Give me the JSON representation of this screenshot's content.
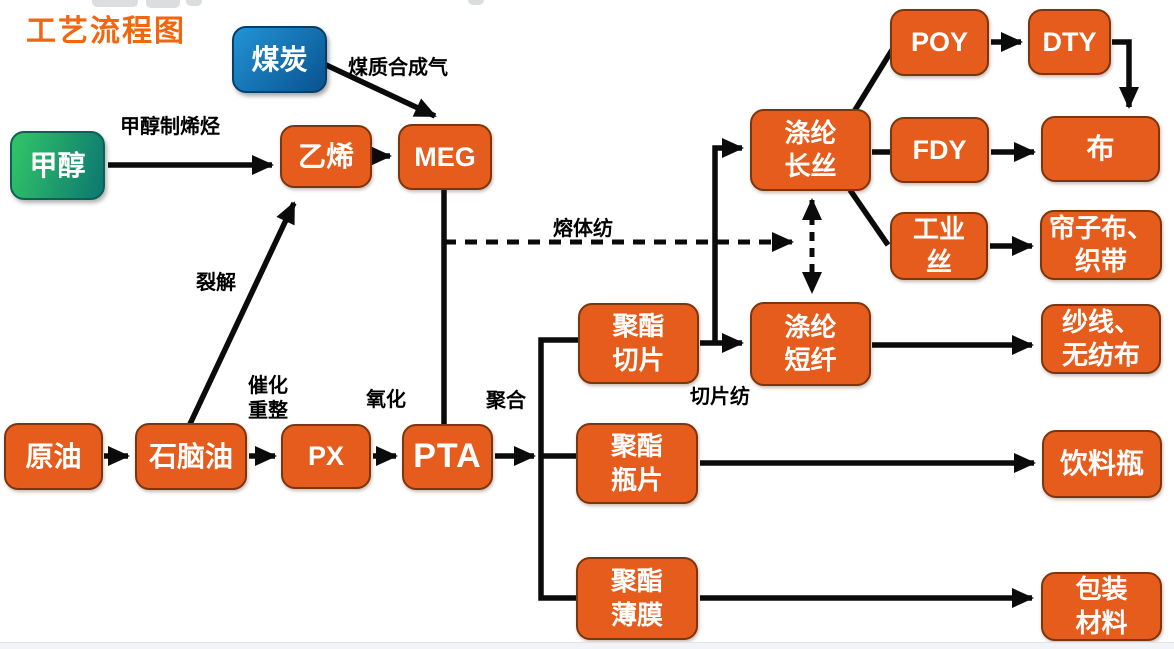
{
  "title": "工艺流程图",
  "colors": {
    "node_orange": "#E65C1C",
    "node_orange_border": "#7C360E",
    "node_green_start": "#2FC068",
    "node_green_end": "#0E7A70",
    "node_blue_start": "#2191D3",
    "node_blue_end": "#0A5592",
    "title_orange": "#F2660F",
    "connector_black": "#0B0B0B",
    "footer_strip": "#F2F3F6"
  },
  "nodes": {
    "methanol": {
      "label": "甲醇"
    },
    "coal": {
      "label": "煤炭"
    },
    "ethylene": {
      "label": "乙烯"
    },
    "meg": {
      "label": "MEG"
    },
    "crude_oil": {
      "label": "原油"
    },
    "naphtha": {
      "label": "石脑油"
    },
    "px": {
      "label": "PX"
    },
    "pta": {
      "label": "PTA"
    },
    "polyester_chip": {
      "label": "聚酯\n切片"
    },
    "polyester_bottle_chip": {
      "label": "聚酯\n瓶片"
    },
    "polyester_film": {
      "label": "聚酯\n薄膜"
    },
    "polyester_filament": {
      "label": "涤纶\n长丝"
    },
    "polyester_staple": {
      "label": "涤纶\n短纤"
    },
    "poy": {
      "label": "POY"
    },
    "dty": {
      "label": "DTY"
    },
    "fdy": {
      "label": "FDY"
    },
    "industrial_yarn": {
      "label": "工业\n丝"
    },
    "cloth": {
      "label": "布"
    },
    "cord_fabric": {
      "label": "帘子布、\n织带"
    },
    "yarn_nonwoven": {
      "label": "纱线、\n无纺布"
    },
    "beverage_bottle": {
      "label": "饮料瓶"
    },
    "packaging": {
      "label": "包装\n材料"
    }
  },
  "edge_labels": {
    "methanol_to_olefins": "甲醇制烯烃",
    "coal_syngas": "煤质合成气",
    "cracking": "裂解",
    "catalytic_reforming": "催化\n重整",
    "oxidation": "氧化",
    "polymerization": "聚合",
    "melt_spinning": "熔体纺",
    "chip_spinning": "切片纺"
  },
  "edges": [
    {
      "from": "methanol",
      "to": "ethylene",
      "label": "甲醇制烯烃",
      "style": "solid"
    },
    {
      "from": "coal",
      "to": "meg",
      "label": "煤质合成气",
      "style": "solid"
    },
    {
      "from": "naphtha",
      "to": "ethylene",
      "label": "裂解",
      "style": "solid"
    },
    {
      "from": "ethylene",
      "to": "meg",
      "style": "solid"
    },
    {
      "from": "meg",
      "to": "pta",
      "style": "solid"
    },
    {
      "from": "crude_oil",
      "to": "naphtha",
      "style": "solid"
    },
    {
      "from": "naphtha",
      "to": "px",
      "label": "催化重整",
      "style": "solid"
    },
    {
      "from": "px",
      "to": "pta",
      "label": "氧化",
      "style": "solid"
    },
    {
      "from": "pta",
      "to": "polyester_chip",
      "label": "聚合",
      "style": "solid"
    },
    {
      "from": "pta",
      "to": "polyester_bottle_chip",
      "label": "聚合",
      "style": "solid"
    },
    {
      "from": "pta",
      "to": "polyester_film",
      "label": "聚合",
      "style": "solid"
    },
    {
      "from": "meg",
      "to": "polyester_filament/polyester_staple",
      "label": "熔体纺",
      "style": "dashed"
    },
    {
      "from": "polyester_chip",
      "to": "polyester_filament",
      "label": "切片纺",
      "style": "solid"
    },
    {
      "from": "polyester_chip",
      "to": "polyester_staple",
      "label": "切片纺",
      "style": "solid"
    },
    {
      "from": "polyester_filament",
      "to": "polyester_staple",
      "style": "dashed",
      "bidirectional": true
    },
    {
      "from": "polyester_filament",
      "to": "poy",
      "style": "solid"
    },
    {
      "from": "polyester_filament",
      "to": "fdy",
      "style": "solid"
    },
    {
      "from": "polyester_filament",
      "to": "industrial_yarn",
      "style": "solid"
    },
    {
      "from": "poy",
      "to": "dty",
      "style": "solid"
    },
    {
      "from": "dty",
      "to": "cloth",
      "style": "solid"
    },
    {
      "from": "fdy",
      "to": "cloth",
      "style": "solid"
    },
    {
      "from": "industrial_yarn",
      "to": "cord_fabric",
      "style": "solid"
    },
    {
      "from": "polyester_staple",
      "to": "yarn_nonwoven",
      "style": "solid"
    },
    {
      "from": "polyester_bottle_chip",
      "to": "beverage_bottle",
      "style": "solid"
    },
    {
      "from": "polyester_film",
      "to": "packaging",
      "style": "solid"
    }
  ]
}
